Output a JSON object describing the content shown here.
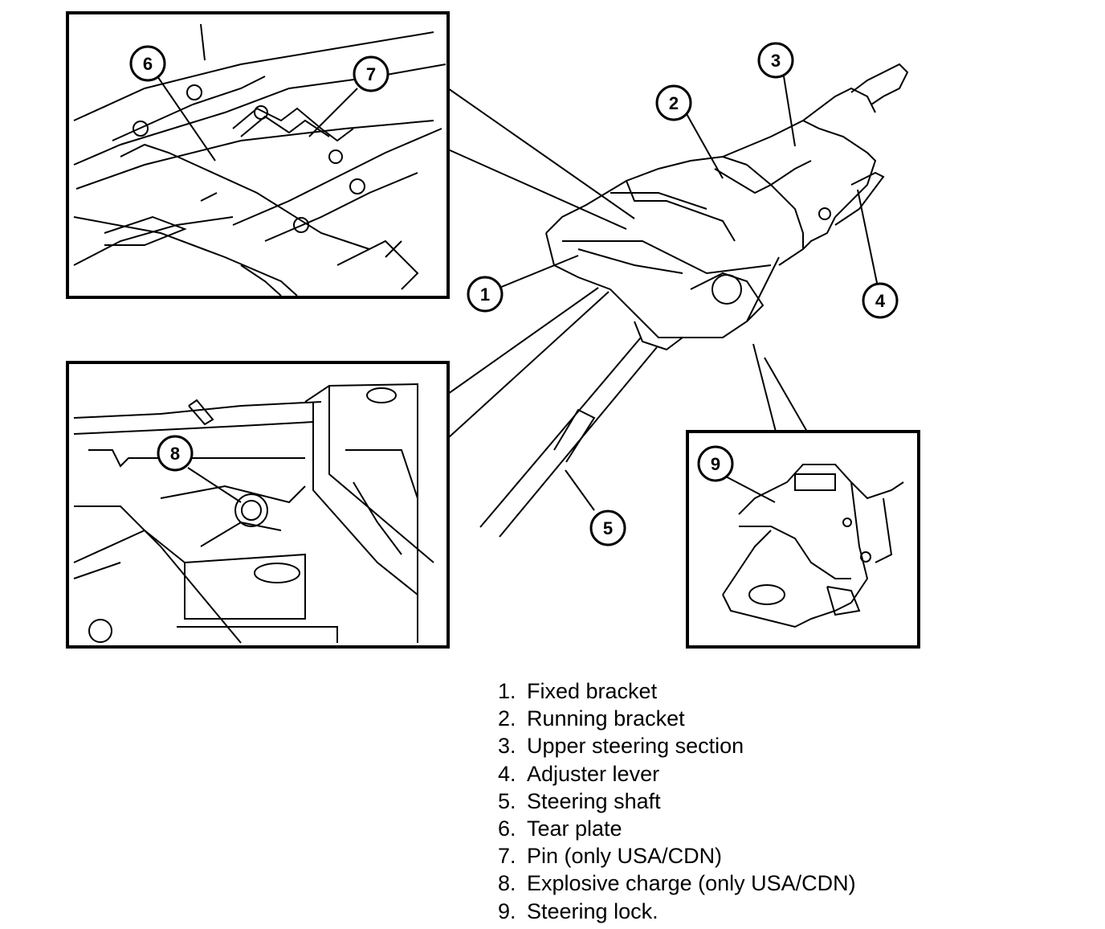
{
  "callouts": [
    "1",
    "2",
    "3",
    "4",
    "5",
    "6",
    "7",
    "8",
    "9"
  ],
  "legend": [
    {
      "num": "1.",
      "text": "Fixed bracket"
    },
    {
      "num": "2.",
      "text": "Running bracket"
    },
    {
      "num": "3.",
      "text": "Upper steering section"
    },
    {
      "num": "4.",
      "text": "Adjuster lever"
    },
    {
      "num": "5.",
      "text": "Steering shaft"
    },
    {
      "num": "6.",
      "text": "Tear plate"
    },
    {
      "num": "7.",
      "text": "Pin (only USA/CDN)"
    },
    {
      "num": "8.",
      "text": "Explosive charge (only USA/CDN)"
    },
    {
      "num": "9.",
      "text": "Steering lock."
    }
  ],
  "colors": {
    "line": "#000000",
    "background": "#ffffff"
  }
}
